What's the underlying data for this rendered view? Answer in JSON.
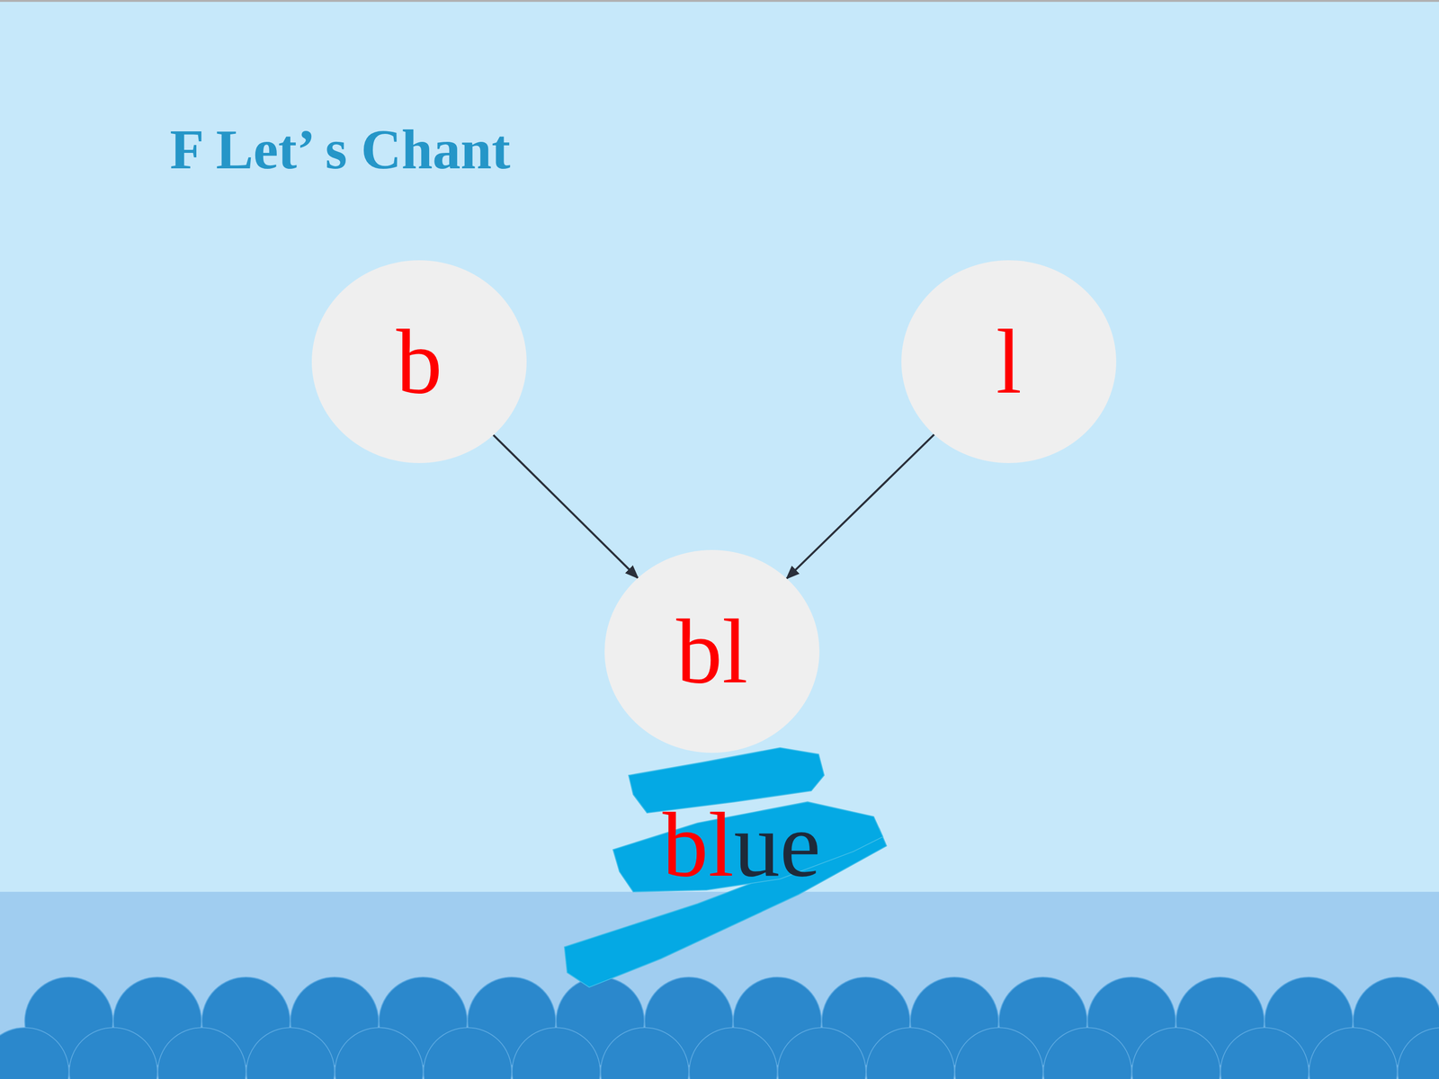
{
  "diagram": {
    "title": "F Let’ s Chant",
    "nodes": [
      {
        "text": [
          "b"
        ]
      },
      {
        "text": [
          "l"
        ]
      },
      {
        "text": [
          "bl"
        ]
      }
    ],
    "edges": [
      {
        "from": 0,
        "to": 2,
        "arrow": "to"
      },
      {
        "from": 1,
        "to": 2,
        "arrow": "to"
      }
    ],
    "labels": [
      "blue"
    ]
  }
}
